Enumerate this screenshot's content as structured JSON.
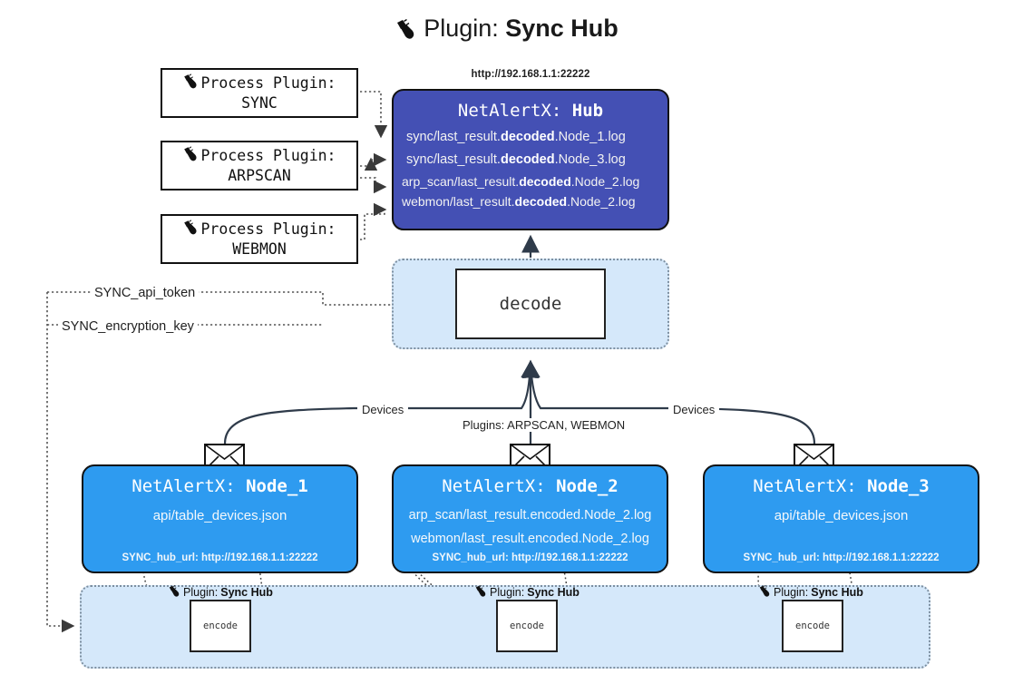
{
  "title": {
    "icon": "plug-icon",
    "prefix": "Plugin:",
    "name": "Sync Hub"
  },
  "process_plugins": [
    {
      "icon": "plug-icon",
      "line1": "Process Plugin:",
      "line2": "SYNC"
    },
    {
      "icon": "plug-icon",
      "line1": "Process Plugin:",
      "line2": "ARPSCAN"
    },
    {
      "icon": "plug-icon",
      "line1": "Process Plugin:",
      "line2": "WEBMON"
    }
  ],
  "hub": {
    "url": "http://192.168.1.1:22222",
    "title_prefix": "NetAlertX:",
    "title_name": "Hub",
    "lines": [
      {
        "pre": "sync/last_result.",
        "bold": "decoded",
        "post": ".Node_1.log"
      },
      {
        "pre": "sync/last_result.",
        "bold": "decoded",
        "post": ".Node_3.log"
      },
      {
        "pre": "arp_scan/last_result.",
        "bold": "decoded",
        "post": ".Node_2.log"
      },
      {
        "pre": "webmon/last_result.",
        "bold": "decoded",
        "post": ".Node_2.log"
      }
    ]
  },
  "decode": {
    "label": "decode"
  },
  "tokens": [
    {
      "label": "SYNC_api_token"
    },
    {
      "label": "SYNC_encryption_key"
    }
  ],
  "edge_labels": {
    "devices_left": "Devices",
    "devices_right": "Devices",
    "plugins_center": "Plugins: ARPSCAN, WEBMON"
  },
  "nodes": [
    {
      "title_prefix": "NetAlertX:",
      "title_name": "Node_1",
      "lines": [
        "api/table_devices.json"
      ],
      "footer": "SYNC_hub_url: http://192.168.1.1:22222",
      "mail_icon": "envelope-icon"
    },
    {
      "title_prefix": "NetAlertX:",
      "title_name": "Node_2",
      "lines": [
        "arp_scan/last_result.encoded.Node_2.log",
        "webmon/last_result.encoded.Node_2.log"
      ],
      "footer": "SYNC_hub_url: http://192.168.1.1:22222",
      "mail_icon": "envelope-icon"
    },
    {
      "title_prefix": "NetAlertX:",
      "title_name": "Node_3",
      "lines": [
        "api/table_devices.json"
      ],
      "footer": "SYNC_hub_url: http://192.168.1.1:22222",
      "mail_icon": "envelope-icon"
    }
  ],
  "encoders": [
    {
      "caption_prefix": "Plugin:",
      "caption_name": "Sync Hub",
      "label": "encode",
      "icon": "plug-icon"
    },
    {
      "caption_prefix": "Plugin:",
      "caption_name": "Sync Hub",
      "label": "encode",
      "icon": "plug-icon"
    },
    {
      "caption_prefix": "Plugin:",
      "caption_name": "Sync Hub",
      "label": "encode",
      "icon": "plug-icon"
    }
  ],
  "colors": {
    "hub_fill": "#4450b4",
    "node_fill": "#2e9bf0",
    "container_fill": "#d5e8fa",
    "stroke": "#111111",
    "dotted": "#555555"
  }
}
